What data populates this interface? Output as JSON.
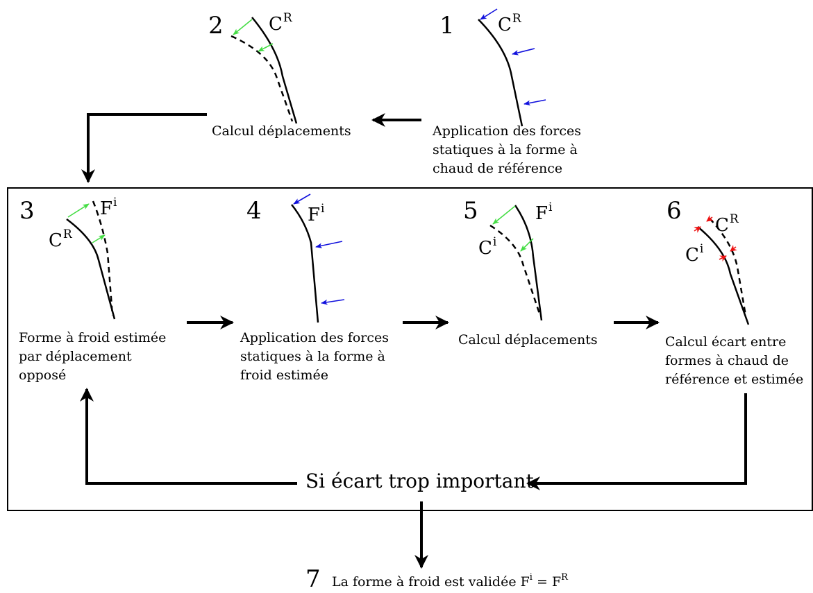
{
  "steps": {
    "s1": {
      "number": "1",
      "label": "C",
      "label_sup": "R",
      "caption": [
        "Application des forces",
        "statiques à la forme à",
        "chaud de référence"
      ]
    },
    "s2": {
      "number": "2",
      "label": "C",
      "label_sup": "R",
      "caption": [
        "Calcul déplacements"
      ]
    },
    "s3": {
      "number": "3",
      "label_a": "F",
      "label_a_sup": "i",
      "label_b": "C",
      "label_b_sup": "R",
      "caption": [
        "Forme à froid estimée",
        "par déplacement",
        "opposé"
      ]
    },
    "s4": {
      "number": "4",
      "label": "F",
      "label_sup": "i",
      "caption": [
        "Application des forces",
        "statiques à la forme à",
        "froid estimée"
      ]
    },
    "s5": {
      "number": "5",
      "label_a": "F",
      "label_a_sup": "i",
      "label_b": "C",
      "label_b_sup": "i",
      "caption": [
        "Calcul déplacements"
      ]
    },
    "s6": {
      "number": "6",
      "label_a": "C",
      "label_a_sup": "R",
      "label_b": "C",
      "label_b_sup": "i",
      "caption": [
        "Calcul écart entre",
        "formes à chaud de",
        "référence et estimée"
      ]
    }
  },
  "loop_condition": "Si écart trop important",
  "final": {
    "number": "7",
    "text": "La forme à froid est validée F",
    "sup1": "i",
    "eq": " = F",
    "sup2": "R"
  },
  "colors": {
    "force": "#1010dd",
    "displacement": "#44dd44",
    "gap": "#ee1111",
    "line": "#000000"
  }
}
